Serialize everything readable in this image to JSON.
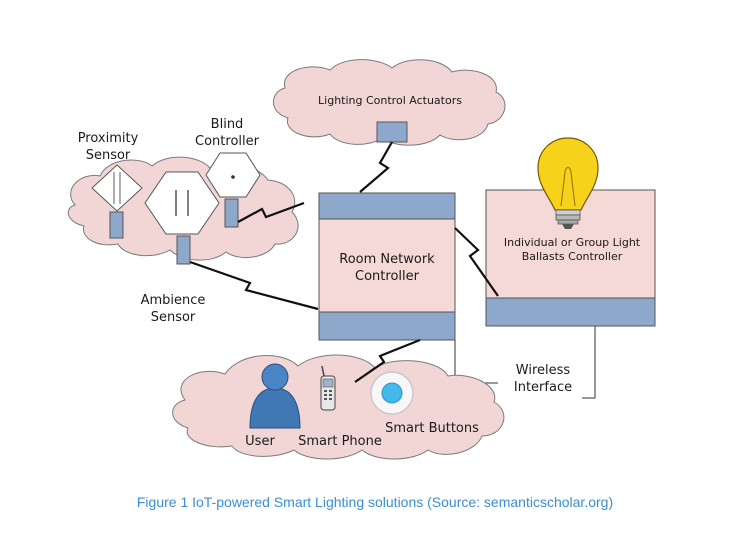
{
  "diagram": {
    "nodes": {
      "lighting_actuators": "Lighting Control Actuators",
      "proximity_sensor": "Proximity Sensor",
      "blind_controller": "Blind Controller",
      "ambience_sensor": "Ambience Sensor",
      "room_network_controller": "Room Network Controller",
      "ballasts_controller": "Individual or Group Light Ballasts Controller",
      "wireless_interface": "Wireless Interface",
      "user": "User",
      "smart_phone": "Smart Phone",
      "smart_buttons": "Smart Buttons"
    }
  },
  "caption": "Figure 1 IoT-powered Smart Lighting solutions (Source: semanticscholar.org)",
  "colors": {
    "cloud_fill": "#f2d6d6",
    "cloud_stroke": "#7a7a7a",
    "box_fill": "#f5d9d7",
    "band_fill": "#8ea8cc",
    "caption": "#3b8fd0"
  }
}
